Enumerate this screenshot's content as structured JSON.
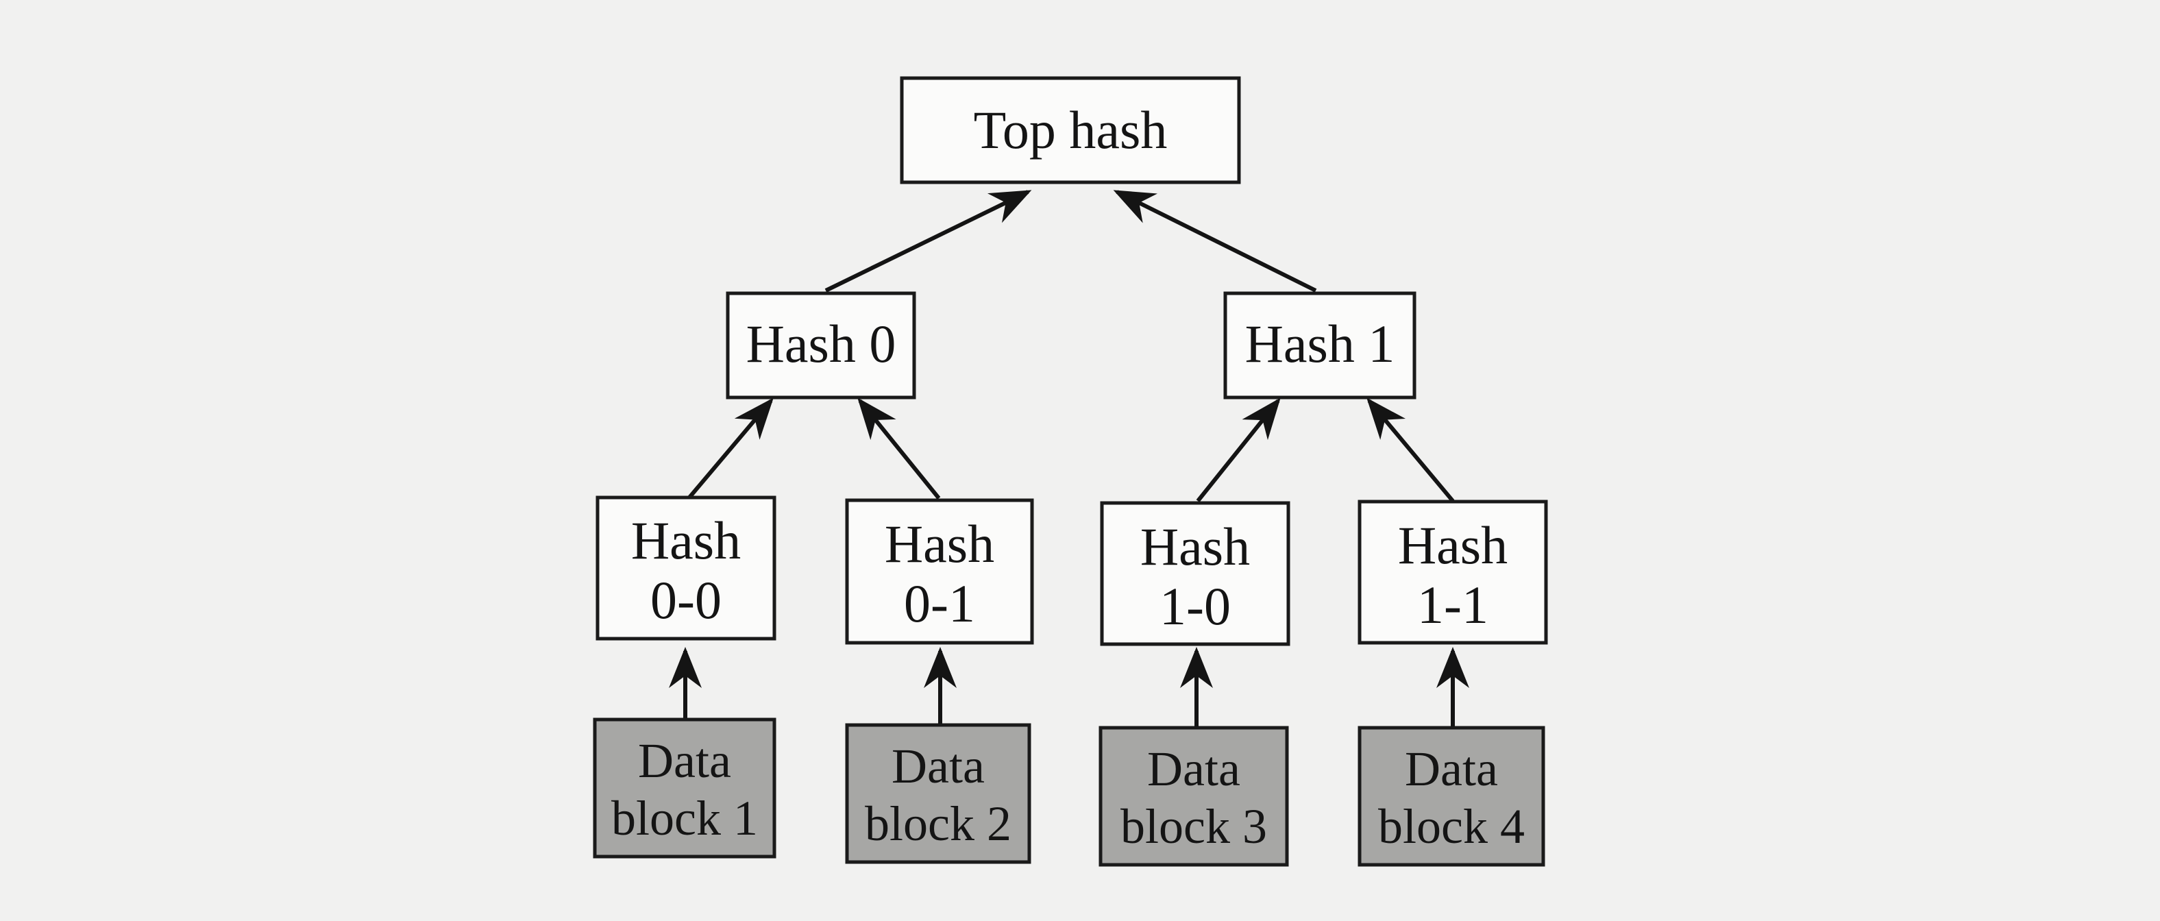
{
  "diagram": {
    "top": {
      "label": "Top hash"
    },
    "level1": [
      {
        "label": "Hash 0"
      },
      {
        "label": "Hash 1"
      }
    ],
    "level2": [
      {
        "line1": "Hash",
        "line2": "0-0"
      },
      {
        "line1": "Hash",
        "line2": "0-1"
      },
      {
        "line1": "Hash",
        "line2": "1-0"
      },
      {
        "line1": "Hash",
        "line2": "1-1"
      }
    ],
    "data_blocks": [
      {
        "line1": "Data",
        "line2": "block 1"
      },
      {
        "line1": "Data",
        "line2": "block 2"
      },
      {
        "line1": "Data",
        "line2": "block 3"
      },
      {
        "line1": "Data",
        "line2": "block 4"
      }
    ],
    "colors": {
      "background": "#f1f1f0",
      "node_fill": "#fbfbfa",
      "data_fill": "#a7a7a5",
      "stroke": "#1a1a1a"
    }
  }
}
